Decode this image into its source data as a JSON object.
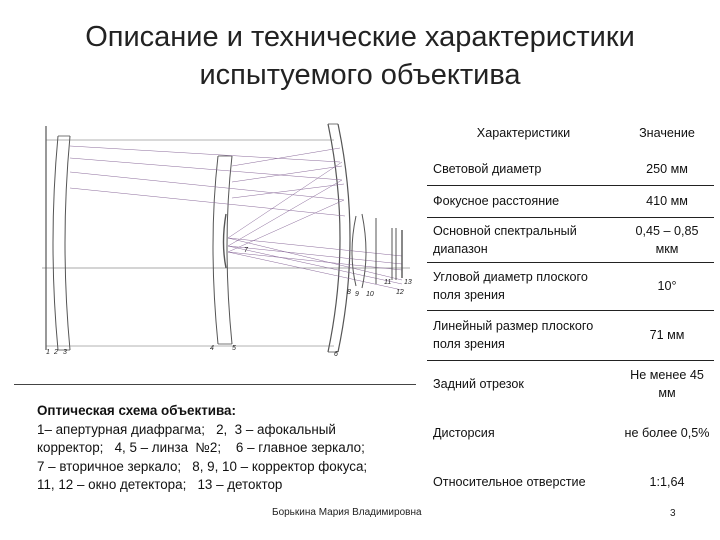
{
  "title": {
    "line1": "Описание и технические характеристики",
    "line2": "испытуемого объектива"
  },
  "diagram": {
    "labels": [
      "1",
      "2",
      "3",
      "4",
      "5",
      "6",
      "7",
      "8",
      "9",
      "10",
      "11",
      "12",
      "13"
    ]
  },
  "caption": {
    "heading": "Оптическая схема объектива:",
    "lines": [
      "1– апертурная диафрагма;   2,  3 – афокальный",
      "корректор;   4, 5 – линза  №2;    6 – главное зеркало;",
      "7 – вторичное зеркало;   8, 9, 10 – корректор фокуса;",
      "11, 12 – окно детектора;   13 – детоктор"
    ]
  },
  "table": {
    "headers": [
      "Характеристики",
      "Значение"
    ],
    "rows": [
      {
        "name": "Световой диаметр",
        "value": "250 мм"
      },
      {
        "name": "Фокусное расстояние",
        "value": "410 мм"
      },
      {
        "name": "Основной спектральный диапазон",
        "value": "0,45 – 0,85 мкм"
      },
      {
        "name": "Угловой диаметр плоского поля зрения",
        "value": "10°"
      },
      {
        "name": "Линейный размер плоского поля зрения",
        "value": "71 мм"
      },
      {
        "name": "Задний отрезок",
        "value": "Не менее 45 мм"
      },
      {
        "name": "Дисторсия",
        "value": "не более 0,5%"
      },
      {
        "name": "Относительное отверстие",
        "value": "1:1,64"
      }
    ]
  },
  "footer": {
    "author": "Борькина Мария Владимировна",
    "page": "3"
  }
}
